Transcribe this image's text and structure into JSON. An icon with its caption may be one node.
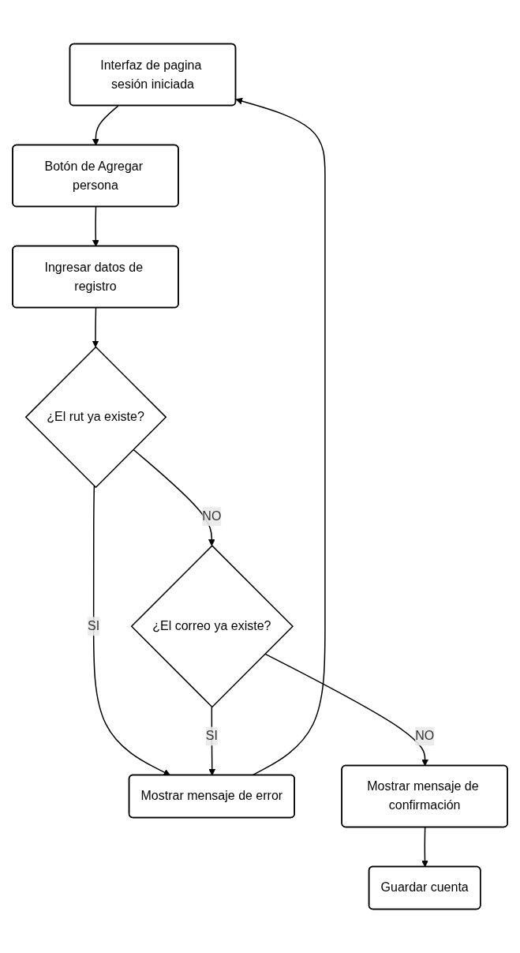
{
  "diagram": {
    "nodes": [
      {
        "text": [
          "Interfaz de pagina sesión iniciada"
        ]
      },
      {
        "text": [
          "Botón de Agregar persona"
        ]
      },
      {
        "text": [
          "Ingresar datos de registro"
        ]
      },
      {
        "text": [
          "¿El rut ya existe?"
        ]
      },
      {
        "text": [
          "Mostrar mensaje de error"
        ]
      },
      {
        "text": [
          "¿El correo ya existe?"
        ]
      },
      {
        "text": [
          "Mostrar mensaje de confirmación"
        ]
      },
      {
        "text": [
          "Guardar cuenta"
        ]
      }
    ],
    "edges": [
      {
        "from": 0,
        "to": 1,
        "arrow": "to"
      },
      {
        "from": 1,
        "to": 2,
        "arrow": "to"
      },
      {
        "from": 2,
        "to": 3,
        "arrow": "to"
      },
      {
        "from": 3,
        "to": 4,
        "arrow": "to",
        "label": "SI"
      },
      {
        "from": 3,
        "to": 5,
        "arrow": "to",
        "label": "NO"
      },
      {
        "from": 5,
        "to": 4,
        "arrow": "to",
        "label": "SI"
      },
      {
        "from": 5,
        "to": 6,
        "arrow": "to",
        "label": "NO"
      },
      {
        "from": 6,
        "to": 7,
        "arrow": "to"
      },
      {
        "from": 4,
        "to": 0,
        "arrow": "to"
      }
    ]
  }
}
